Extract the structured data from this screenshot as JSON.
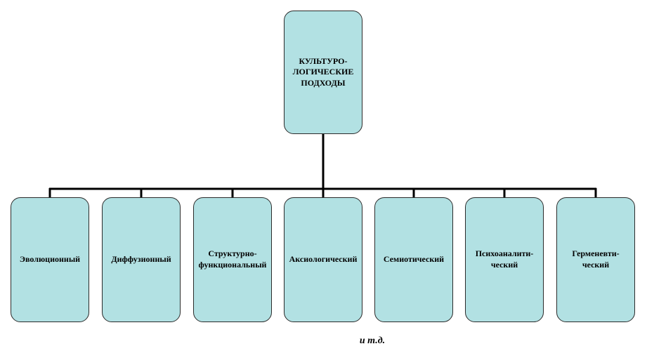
{
  "diagram": {
    "root": {
      "label": "КУЛЬТУРО-\nЛОГИЧЕСКИЕ\nПОДХОДЫ"
    },
    "children": [
      {
        "label": "Эволюционный"
      },
      {
        "label": "Диффузионный"
      },
      {
        "label": "Структурно-\nфункциональный"
      },
      {
        "label": "Аксиологический"
      },
      {
        "label": "Семиотический"
      },
      {
        "label": "Психоаналити-\nческий"
      },
      {
        "label": "Герменевти-\nческий"
      }
    ],
    "footnote": "и т.д.",
    "colors": {
      "box_fill": "#b2e1e3",
      "box_border": "#2b2b2b",
      "connector": "#000000"
    }
  }
}
